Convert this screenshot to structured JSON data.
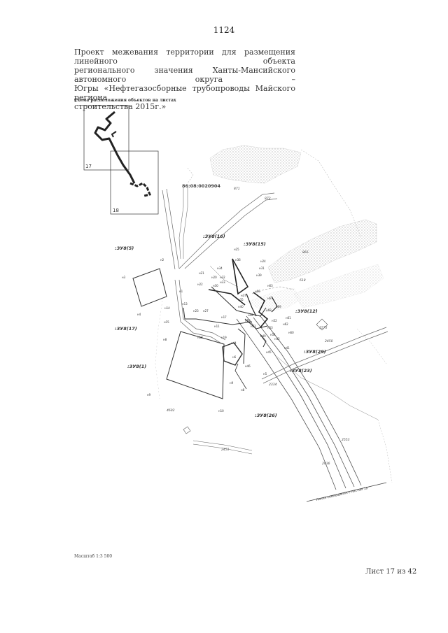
{
  "page_number": "1124",
  "title_lines": [
    "Проект межевания территории для размещения линейного объекта",
    "регионального значения Ханты-Мансийского автономного округа –",
    "Югры «Нефтегазосборные трубопроводы Майского региона",
    "строительства 2015г.»"
  ],
  "schema_caption": "Схема расположения объектов на листах",
  "keymap": {
    "sheet_a": "17",
    "sheet_b": "18"
  },
  "map": {
    "cadastral_block": "86:08:0020904",
    "parcels": {
      "zu5": ":ЗУ8(5)",
      "zu16": ":ЗУ8(16)",
      "zu15": ":ЗУ8(15)",
      "zu17": ":ЗУ8(17)",
      "zu12": ":ЗУ8(12)",
      "zu29": ":ЗУ8(29)",
      "zu1": ":ЗУ8(1)",
      "zu23": ":ЗУ8(23)",
      "zu26": ":ЗУ8(26)"
    },
    "numbers": {
      "n871": "871",
      "n872": "872",
      "n866": "866",
      "n618": "618",
      "n1575": "1575",
      "n2450": "2450",
      "n2334": "2334",
      "n2553": "2553",
      "n2936": "2936",
      "n4602": "4602",
      "n2451": "2451"
    },
    "continuation": "Линия совмещения с листом 18",
    "points": {
      "p1": "н1",
      "p2": "н2",
      "p3": "н3",
      "p4": "н4",
      "p5": "н5",
      "p6": "н6",
      "p8": "н8",
      "p9": "н9",
      "p10": "н10",
      "p11": "н11",
      "p13": "н13",
      "p14": "н14",
      "p15": "н15",
      "p17": "н17",
      "p18": "н18",
      "p19": "н19",
      "p20": "н20",
      "p21": "н21",
      "p22": "н22",
      "p23": "н23",
      "p24": "н24",
      "p25": "н25",
      "p27": "н27",
      "p30": "н30",
      "p31": "н31",
      "p32": "н32",
      "p33": "н33",
      "p34": "н34",
      "p35": "н35",
      "p36": "н36",
      "p37": "н37",
      "p39": "н39",
      "p40": "н40",
      "p41": "н41",
      "p42": "н42",
      "p44": "н44",
      "p45": "н45",
      "p46": "н46",
      "p48": "н48",
      "p49": "н49",
      "p50": "н50",
      "p51": "н51",
      "p52": "н52",
      "p53": "н53",
      "p54": "н54",
      "p60": "н60",
      "p61": "н61",
      "p62": "н62",
      "p63": "н63",
      "p66": "н66",
      "p67": "н67",
      "p68": "н68",
      "p69": "н69"
    }
  },
  "scale": "Масштаб 1:3 500",
  "sheet_label": "Лист 17  из 42"
}
